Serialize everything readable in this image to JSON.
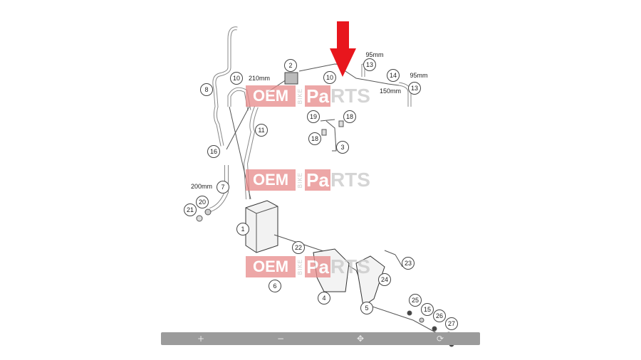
{
  "watermark": {
    "oem": "OEM",
    "bike": "BIKE",
    "pa": "Pa",
    "rts": "RTS"
  },
  "callouts": [
    "2",
    "10",
    "8",
    "10",
    "13",
    "14",
    "13",
    "19",
    "18",
    "18",
    "3",
    "11",
    "16",
    "7",
    "20",
    "21",
    "1",
    "6",
    "22",
    "4",
    "23",
    "24",
    "5",
    "25",
    "15",
    "26",
    "27"
  ],
  "dimensions": {
    "d210": "210mm",
    "d150": "150mm",
    "d95a": "95mm",
    "d95b": "95mm",
    "d200": "200mm"
  },
  "toolbar": {
    "zoom_in": "+",
    "zoom_out": "−",
    "pan": "✥",
    "reset": "⟳"
  },
  "colors": {
    "arrow": "#e8161d",
    "toolbar": "#9b9b9b"
  }
}
